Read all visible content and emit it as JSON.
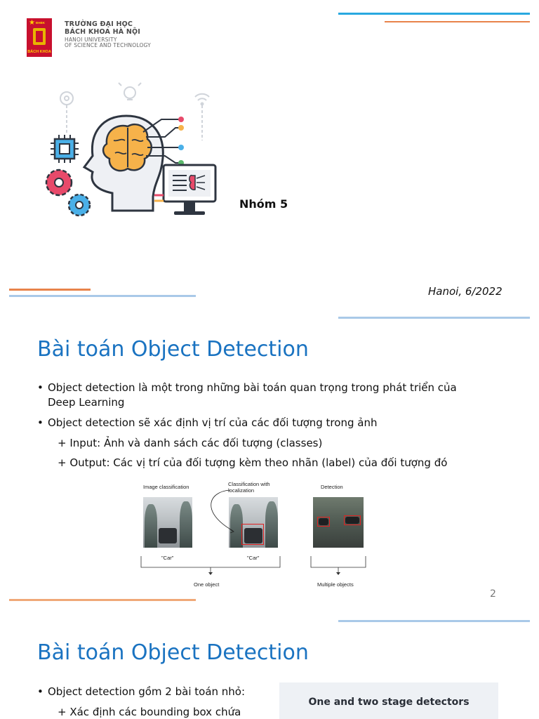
{
  "slide1": {
    "university": {
      "line1": "TRƯỜNG ĐẠI HỌC",
      "line2": "BÁCH KHOA HÀ NỘI",
      "line3": "HANOI UNIVERSITY",
      "line4": "OF SCIENCE AND TECHNOLOGY",
      "logo_text_top": "ĐHBK",
      "logo_text_bottom": "BÁCH KHOA"
    },
    "group": "Nhóm 5",
    "date": "Hanoi, 6/2022"
  },
  "slide2": {
    "title": "Bài toán Object Detection",
    "bullets": [
      {
        "text_line1": "Object detection là một trong những bài toán quan trọng trong phát triển của",
        "text_line2": "Deep Learning"
      },
      {
        "text_line1": "Object detection sẽ xác định vị trí của các đối tượng trong ảnh"
      }
    ],
    "subitems": [
      "+ Input: Ảnh và danh sách các đối tượng (classes)",
      "+ Output: Các vị trí của đối tượng kèm theo nhãn (label) của đối tượng đó"
    ],
    "figure": {
      "label_classification": "Image classification",
      "label_localization_1": "Classification with",
      "label_localization_2": "localization",
      "label_detection": "Detection",
      "caption_car_1": "\"Car\"",
      "caption_car_2": "\"Car\"",
      "label_one_object": "One object",
      "label_multiple_objects": "Multiple objects"
    },
    "page_number": "2"
  },
  "slide3": {
    "title": "Bài toán Object Detection",
    "bullet": "Object detection gồm 2 bài toán nhỏ:",
    "subitem": "+ Xác định các bounding box chứa",
    "figure_title": "One and two stage detectors"
  },
  "colors": {
    "title_blue": "#1a73c1",
    "accent_blue": "#29a8e0",
    "accent_orange": "#e8834a",
    "logo_red": "#c8102e"
  }
}
